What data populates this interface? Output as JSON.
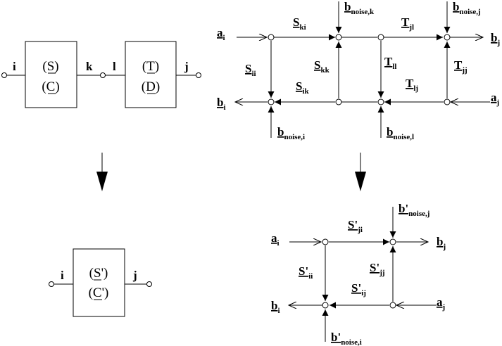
{
  "top_block_diagram": {
    "port_i": "i",
    "port_k": "k",
    "port_l": "l",
    "port_j": "j",
    "box1_line1": "(S)",
    "box1_line2": "(C)",
    "box2_line1": "(T)",
    "box2_line2": "(D)"
  },
  "bottom_block_diagram": {
    "port_i": "i",
    "port_j": "j",
    "box_line1": "(S')",
    "box_line2": "(C')"
  },
  "top_flowgraph": {
    "a_i": {
      "base": "a",
      "sub": "i"
    },
    "b_i": {
      "base": "b",
      "sub": "i"
    },
    "a_j": {
      "base": "a",
      "sub": "j"
    },
    "b_j": {
      "base": "b",
      "sub": "j"
    },
    "S_ki": {
      "base": "S",
      "sub": "ki"
    },
    "S_ii": {
      "base": "S",
      "sub": "ii"
    },
    "S_kk": {
      "base": "S",
      "sub": "kk"
    },
    "S_ik": {
      "base": "S",
      "sub": "ik"
    },
    "T_jl": {
      "base": "T",
      "sub": "jl"
    },
    "T_ll": {
      "base": "T",
      "sub": "ll"
    },
    "T_lj": {
      "base": "T",
      "sub": "lj"
    },
    "T_jj": {
      "base": "T",
      "sub": "jj"
    },
    "b_noise_k": {
      "base": "b",
      "sub": "noise,k"
    },
    "b_noise_j": {
      "base": "b",
      "sub": "noise,j"
    },
    "b_noise_i": {
      "base": "b",
      "sub": "noise,i"
    },
    "b_noise_l": {
      "base": "b",
      "sub": "noise,l"
    }
  },
  "bottom_flowgraph": {
    "a_i": {
      "base": "a",
      "sub": "i"
    },
    "b_i": {
      "base": "b",
      "sub": "i"
    },
    "a_j": {
      "base": "a",
      "sub": "j"
    },
    "b_j": {
      "base": "b",
      "sub": "j"
    },
    "S_ji": {
      "base": "S'",
      "sub": "ji"
    },
    "S_ii": {
      "base": "S'",
      "sub": "ii"
    },
    "S_jj": {
      "base": "S'",
      "sub": "jj"
    },
    "S_ij": {
      "base": "S'",
      "sub": "ij"
    },
    "b_noise_j": {
      "base": "b'",
      "sub": "noise,j"
    },
    "b_noise_i": {
      "base": "b'",
      "sub": "noise,i"
    }
  }
}
